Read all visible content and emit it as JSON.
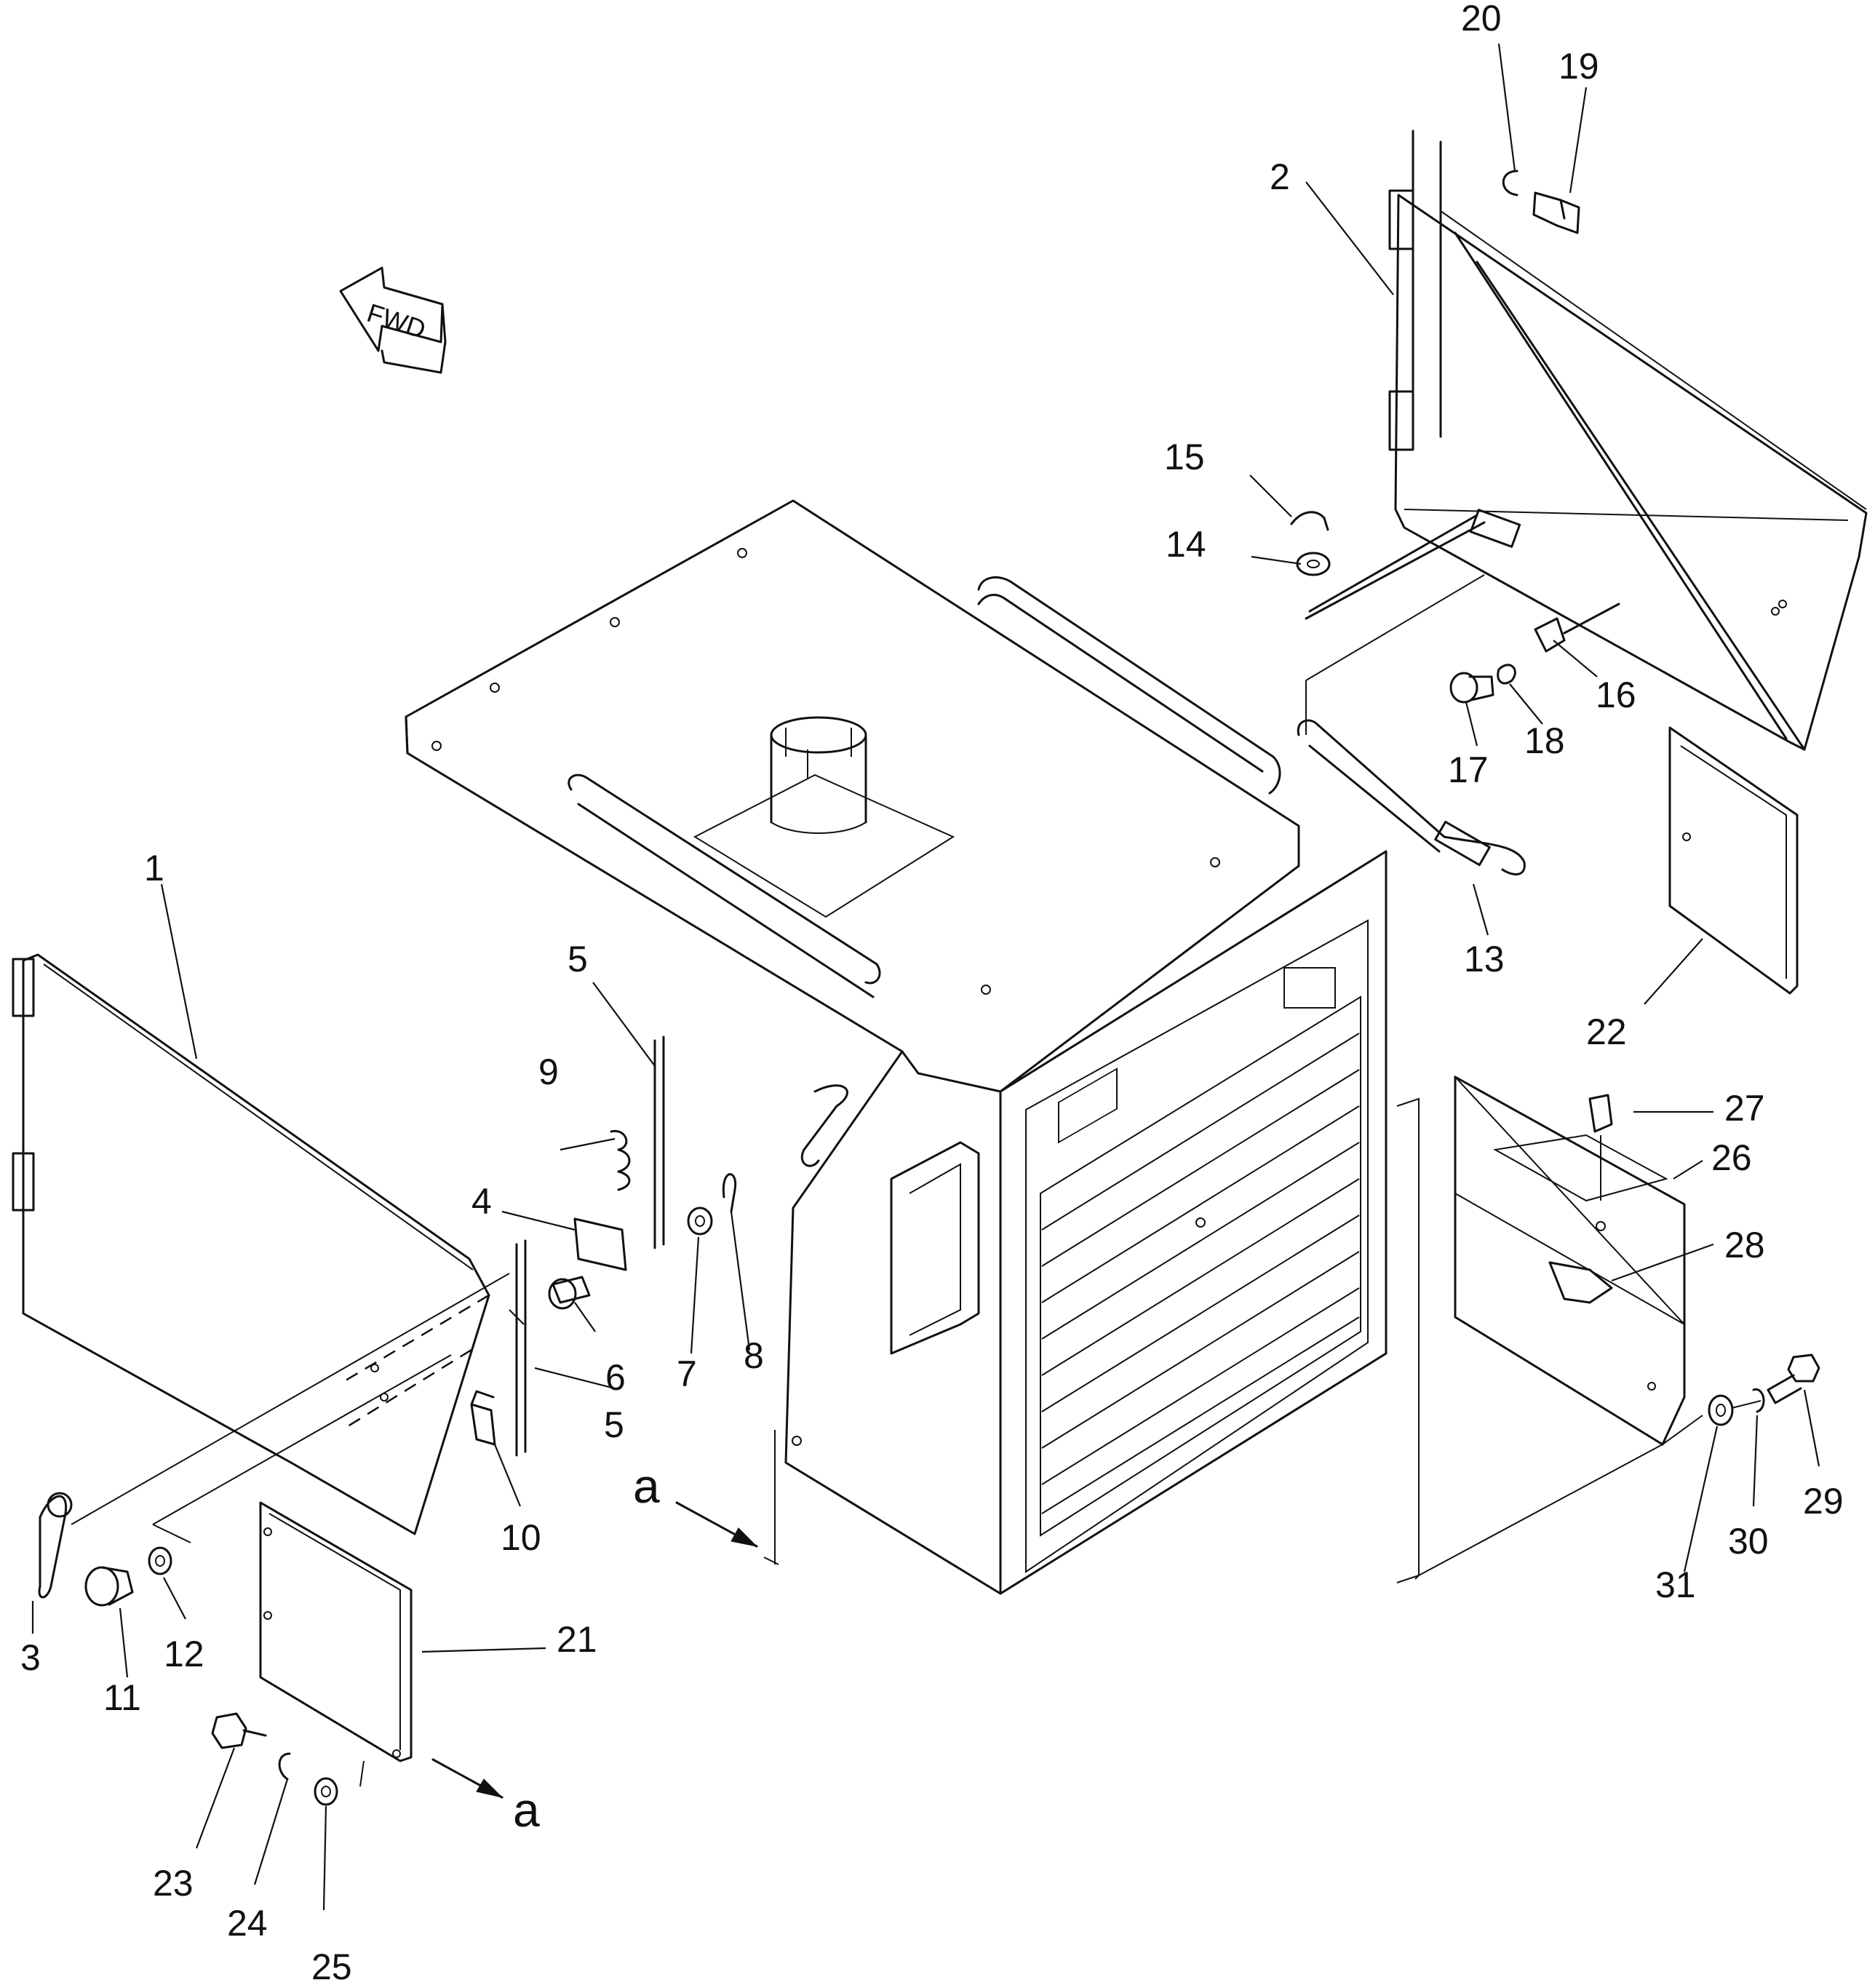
{
  "direction_marker": {
    "label": "FWD"
  },
  "view_reference": {
    "label": "a"
  },
  "callouts": [
    "1",
    "2",
    "3",
    "4",
    "5",
    "5",
    "6",
    "7",
    "8",
    "9",
    "10",
    "11",
    "12",
    "13",
    "14",
    "15",
    "16",
    "17",
    "18",
    "19",
    "20",
    "21",
    "22",
    "23",
    "24",
    "25",
    "26",
    "27",
    "28",
    "29",
    "30",
    "31"
  ]
}
